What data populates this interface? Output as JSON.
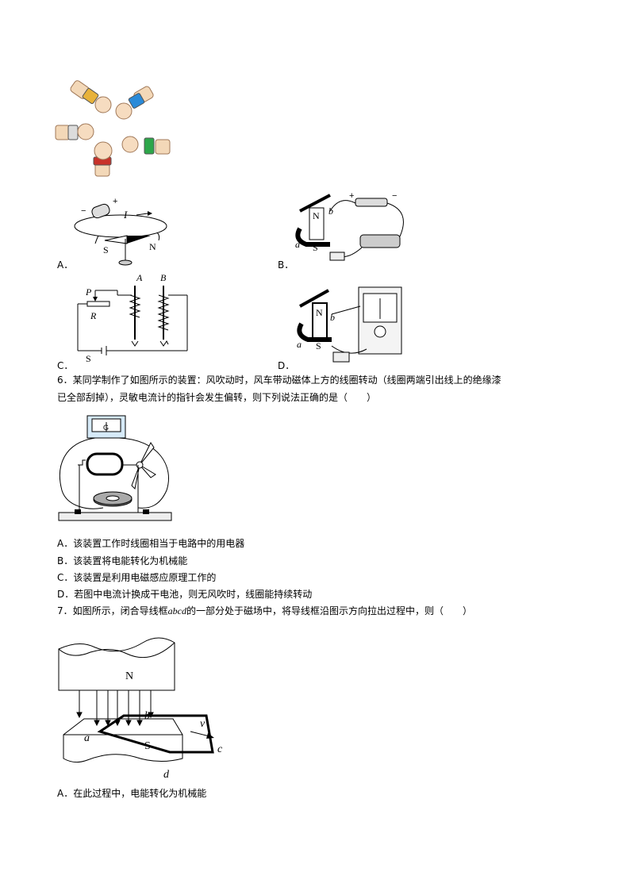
{
  "fig_top": {
    "labels": []
  },
  "q5": {
    "options": [
      {
        "letter": "A．",
        "labels": {
          "plus": "+",
          "minus": "−",
          "I": "I",
          "S": "S",
          "N": "N"
        }
      },
      {
        "letter": "B．",
        "labels": {
          "plus": "+",
          "minus": "−",
          "N": "N",
          "S": "S",
          "a": "a",
          "b": "b"
        }
      },
      {
        "letter": "C．",
        "labels": {
          "P": "P",
          "A": "A",
          "B": "B",
          "R": "R",
          "S": "S"
        }
      },
      {
        "letter": "D．",
        "labels": {
          "N": "N",
          "S": "S",
          "a": "a",
          "b": "b"
        }
      }
    ]
  },
  "q6": {
    "stem_line1": "6．某同学制作了如图所示的装置：风吹动时，风车带动磁体上方的线圈转动（线圈两端引出线上的绝缘漆",
    "stem_line2": "已全部刮掉），灵敏电流计的指针会发生偏转，则下列说法正确的是（　　）",
    "gauge_label": "G",
    "options": [
      "A．该装置工作时线圈相当于电路中的用电器",
      "B．该装置将电能转化为机械能",
      "C．该装置是利用电磁感应原理工作的",
      "D．若图中电流计换成干电池，则无风吹时，线圈能持续转动"
    ]
  },
  "q7": {
    "stem_prefix": "7．如图所示，闭合导线框",
    "stem_italic": "abcd",
    "stem_suffix": "的一部分处于磁场中，将导线框沿图示方向拉出过程中，则（　　）",
    "fig_labels": {
      "N": "N",
      "S": "S",
      "a": "a",
      "b": "b",
      "c": "c",
      "d": "d",
      "v": "v"
    },
    "options": [
      "A．在此过程中，电能转化为机械能"
    ]
  }
}
